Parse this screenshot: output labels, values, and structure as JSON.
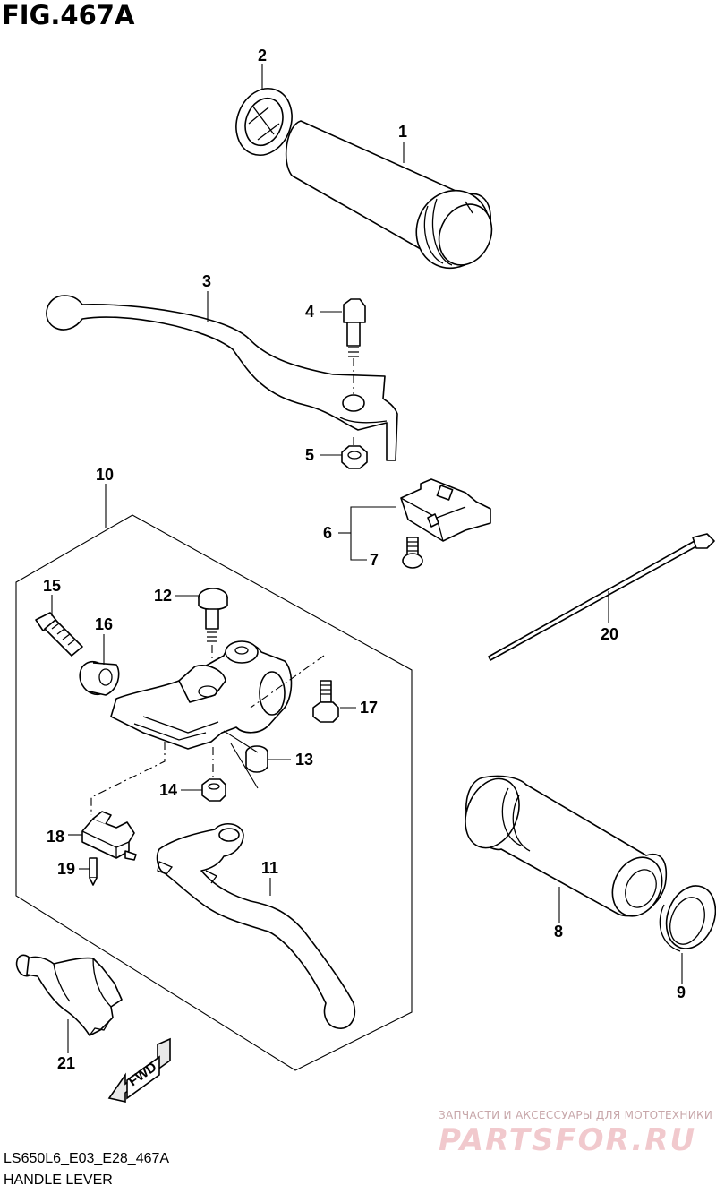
{
  "figure": {
    "title": "FIG.467A",
    "model_code": "LS650L6_E03_E28_467A",
    "caption": "HANDLE LEVER"
  },
  "direction_label": "FWD",
  "callouts": [
    "1",
    "2",
    "3",
    "4",
    "5",
    "6",
    "7",
    "8",
    "9",
    "10",
    "11",
    "12",
    "13",
    "14",
    "15",
    "16",
    "17",
    "18",
    "19",
    "20",
    "21"
  ],
  "watermark": {
    "tagline": "ЗАПЧАСТИ И АКСЕССУАРЫ ДЛЯ МОТОТЕХНИКИ",
    "logo_text": "PARTSFOR.RU"
  }
}
